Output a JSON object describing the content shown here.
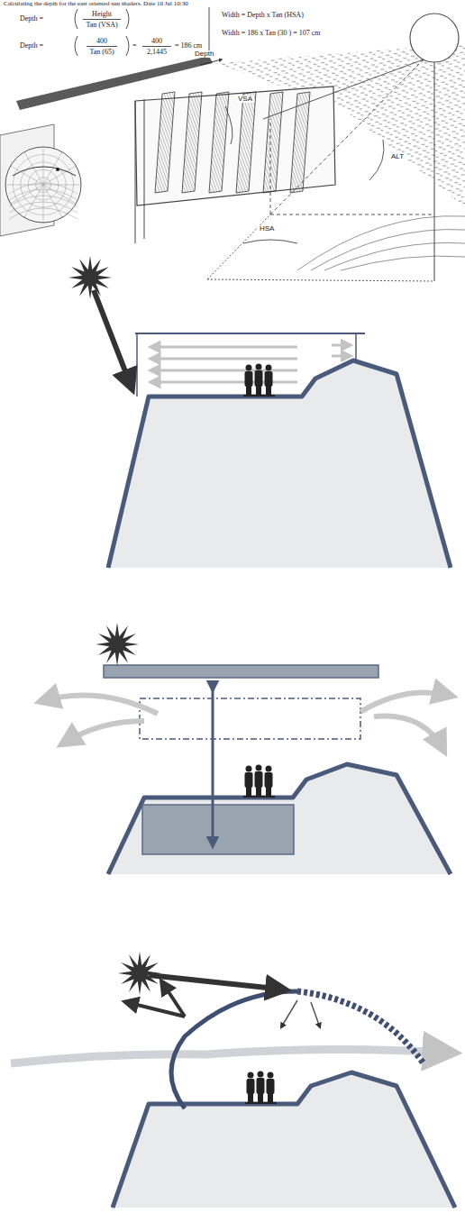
{
  "diagram": {
    "title": "Calculating the depth for the east oriented sun shaders. Date 10 Jul 10:30",
    "labels": [
      "Depth =",
      "Height",
      "Tan (VSA)",
      "Depth =",
      "400",
      "Tan (65)",
      "=",
      "400",
      "2,1445",
      "= 186 cm",
      "Width = Depth x Tan (HSA)",
      "Width = 186 x Tan (30 ) = 107 cm",
      "Depth",
      "VSA",
      "ALT",
      "HSA"
    ]
  }
}
